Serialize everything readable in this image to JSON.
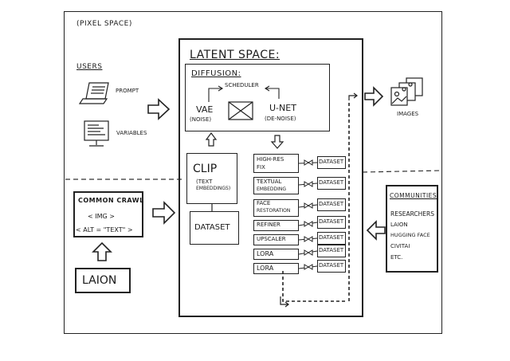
{
  "outer_frame": {
    "title": "(PIXEL SPACE)"
  },
  "latent_space": {
    "title": "LATENT SPACE:",
    "diffusion": {
      "title": "DIFFUSION:",
      "scheduler": "SCHEDULER",
      "vae_label": "VAE",
      "vae_sub": "(NOISE)",
      "unet_label": "U-NET",
      "unet_sub": "(DE-NOISE)"
    },
    "clip": {
      "title": "CLIP",
      "sub_line1": "(TEXT",
      "sub_line2": "EMBEDDINGS)"
    },
    "dataset_box": "DATASET",
    "modules": [
      {
        "line1": "HIGH-RES",
        "line2": "FIX",
        "dataset": "DATASET"
      },
      {
        "line1": "TEXTUAL",
        "line2": "EMBEDDING",
        "dataset": "DATASET"
      },
      {
        "line1": "FACE",
        "line2": "RESTORATION",
        "dataset": "DATASET"
      },
      {
        "line1": "REFINER",
        "line2": "",
        "dataset": "DATASET"
      },
      {
        "line1": "UPSCALER",
        "line2": "",
        "dataset": "DATASET"
      },
      {
        "line1": "LORA",
        "line2": "",
        "dataset": "DATASET"
      },
      {
        "line1": "LORA",
        "line2": "",
        "dataset": "DATASET"
      }
    ]
  },
  "users": {
    "title": "USERS",
    "prompt": "PROMPT",
    "variables": "VARIABLES"
  },
  "images": {
    "label": "IMAGES"
  },
  "common_crawl": {
    "title": "COMMON CRAWL",
    "line1": "< IMG >",
    "line2": "< ALT = \"TEXT\" >"
  },
  "laion": {
    "label": "LAION"
  },
  "communities": {
    "title": "COMMUNITIES",
    "items": [
      "RESEARCHERS",
      "LAION",
      "HUGGING FACE",
      "CIVITAI",
      "ETC."
    ]
  },
  "icons": [
    "laptop-icon",
    "monitor-icon",
    "images-icon",
    "hourglass-icon",
    "valve-icon",
    "arrow-right-icon",
    "arrow-left-icon",
    "arrow-up-icon",
    "arrow-down-icon"
  ]
}
